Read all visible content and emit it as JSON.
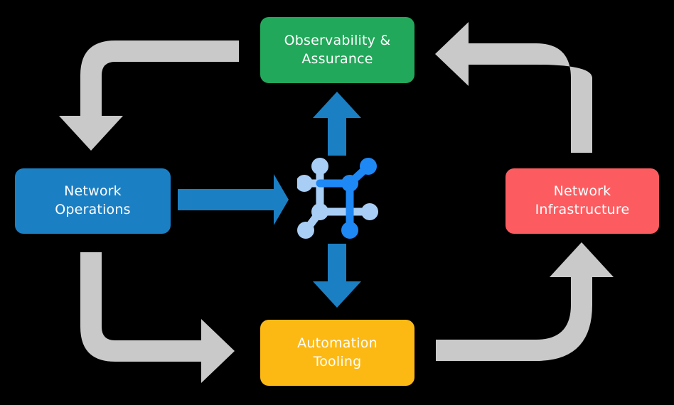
{
  "diagram": {
    "title": "Network automation lifecycle cycle diagram",
    "background_color": "#000000",
    "center_icon": {
      "name": "network-topology-icon",
      "node_color_primary": "#1E88F5",
      "node_color_secondary": "#A8CEF5"
    },
    "nodes": [
      {
        "id": "observability",
        "label": "Observability &\nAssurance",
        "color": "#22A85A",
        "position": "top"
      },
      {
        "id": "operations",
        "label": "Network\nOperations",
        "color": "#1B7FC4",
        "position": "left"
      },
      {
        "id": "infrastructure",
        "label": "Network\nInfrastructure",
        "color": "#FC5C60",
        "position": "right"
      },
      {
        "id": "automation",
        "label": "Automation\nTooling",
        "color": "#FDB913",
        "position": "bottom"
      }
    ],
    "arrows": {
      "accent_color": "#1B7FC4",
      "flow_color": "#C9C9C9",
      "blue": [
        {
          "id": "center-to-observability",
          "direction": "up"
        },
        {
          "id": "operations-to-center",
          "direction": "right"
        },
        {
          "id": "center-to-automation",
          "direction": "down"
        }
      ],
      "gray": [
        {
          "id": "observability-to-operations",
          "direction": "down-left"
        },
        {
          "id": "infrastructure-to-observability",
          "direction": "up-left"
        },
        {
          "id": "operations-to-automation",
          "direction": "down-right"
        },
        {
          "id": "automation-to-infrastructure",
          "direction": "up-right"
        }
      ]
    }
  }
}
